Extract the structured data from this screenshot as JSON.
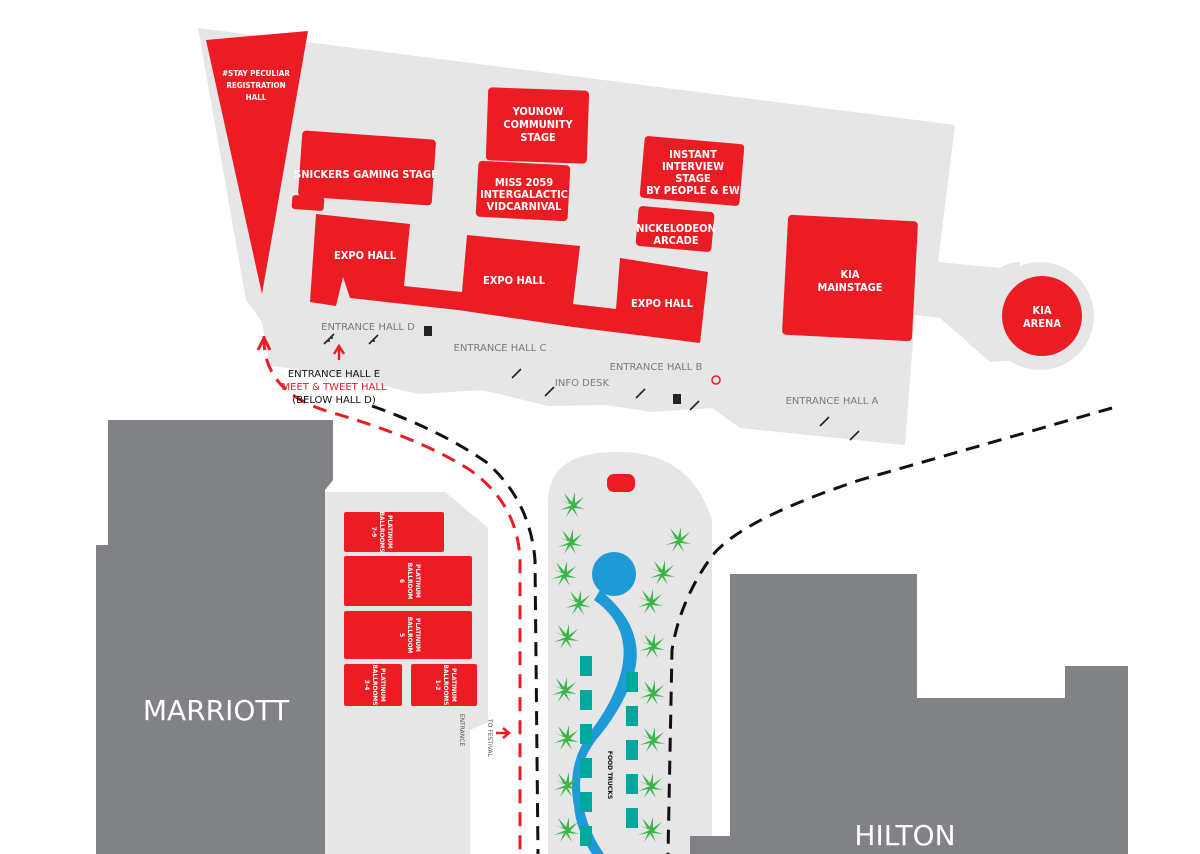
{
  "colors": {
    "red": "#ec1c24",
    "hall_gray": "#e6e6e6",
    "building_gray": "#808285",
    "teal": "#00a79d",
    "palm": "#3ab54a",
    "water": "#1e9ad6"
  },
  "stages": {
    "registration": [
      "#STAY PECULIAR",
      "REGISTRATION",
      "HALL"
    ],
    "younow": [
      "YOUNOW",
      "COMMUNITY",
      "STAGE"
    ],
    "snickers": "SNICKERS GAMING STAGE",
    "miss2059": [
      "MISS 2059",
      "INTERGALACTIC",
      "VIDCARNIVAL"
    ],
    "instant": [
      "INSTANT",
      "INTERVIEW",
      "STAGE",
      "BY PEOPLE & EW"
    ],
    "nickelodeon": [
      "NICKELODEON",
      "ARCADE"
    ],
    "kia_mainstage": [
      "KIA",
      "MAINSTAGE"
    ],
    "kia_arena": [
      "KIA",
      "ARENA"
    ]
  },
  "expo": {
    "hall1": "EXPO HALL",
    "hall2": "EXPO HALL",
    "hall3": "EXPO HALL"
  },
  "entrances": {
    "d": "ENTRANCE HALL D",
    "c": "ENTRANCE HALL C",
    "b": "ENTRANCE HALL B",
    "a": "ENTRANCE HALL A",
    "info": "INFO DESK"
  },
  "meet": {
    "line1": "ENTRANCE HALL E",
    "line2": "MEET & TWEET HALL",
    "line3": "(BELOW HALL D)"
  },
  "ballrooms": {
    "r1": [
      "PLATINUM",
      "BALLROOMS",
      "7-9"
    ],
    "r2": [
      "PLATINUM",
      "BALLROOM",
      "6"
    ],
    "r3": [
      "PLATINUM",
      "BALLROOM",
      "5"
    ],
    "r4": [
      "PLATINUM",
      "BALLROOMS",
      "3-4"
    ],
    "r5": [
      "PLATINUM",
      "BALLROOMS",
      "1-2"
    ],
    "entrance": "ENTRANCE",
    "to_festival": "TO FESTIVAL"
  },
  "food_trucks": "FOOD TRUCKS",
  "buildings": {
    "marriott": "MARRIOTT",
    "hilton": "HILTON"
  }
}
